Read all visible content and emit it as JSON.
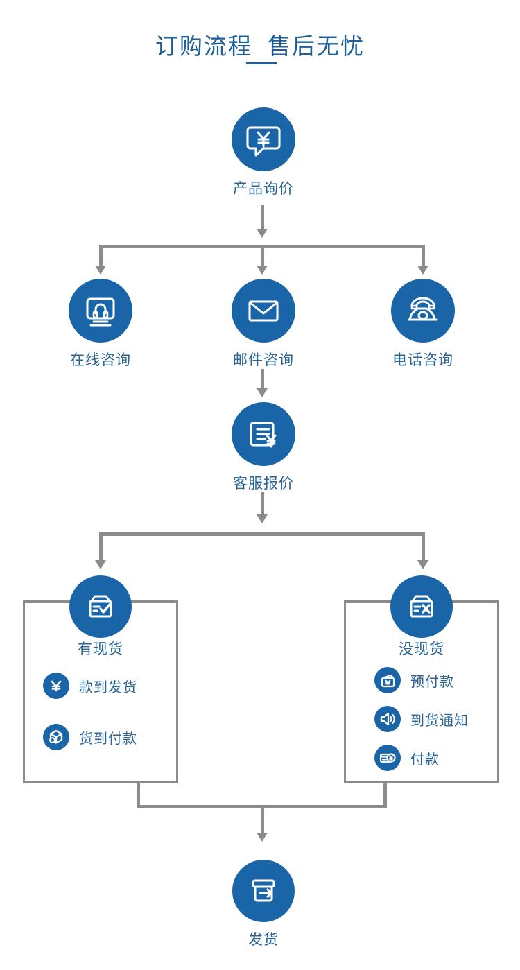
{
  "header": {
    "title": "订购流程  售后无忧",
    "accent_color": "#1c5e96"
  },
  "theme": {
    "circle_blue": "#1a64a8",
    "label_blue": "#2a6496",
    "connector_gray": "#8b8b8b",
    "background": "#ffffff"
  },
  "flow": {
    "start": {
      "label": "产品询价",
      "icon": "speech-bubble-yuan-icon"
    },
    "channels": [
      {
        "label": "在线咨询",
        "icon": "monitor-headset-icon"
      },
      {
        "label": "邮件咨询",
        "icon": "envelope-icon"
      },
      {
        "label": "电话咨询",
        "icon": "telephone-icon"
      }
    ],
    "quote": {
      "label": "客服报价",
      "icon": "document-yuan-icon"
    },
    "branches": [
      {
        "title": "有现货",
        "icon": "box-check-icon",
        "options": [
          {
            "label": "款到发货",
            "icon": "yuan-icon"
          },
          {
            "label": "货到付款",
            "icon": "package-cube-icon"
          }
        ]
      },
      {
        "title": "没现货",
        "icon": "box-cross-icon",
        "options": [
          {
            "label": "预付款",
            "icon": "wallet-yuan-icon"
          },
          {
            "label": "到货通知",
            "icon": "speaker-icon"
          },
          {
            "label": "付款",
            "icon": "card-yuan-icon"
          }
        ]
      }
    ],
    "end": {
      "label": "发货",
      "icon": "box-arrow-out-icon"
    }
  }
}
